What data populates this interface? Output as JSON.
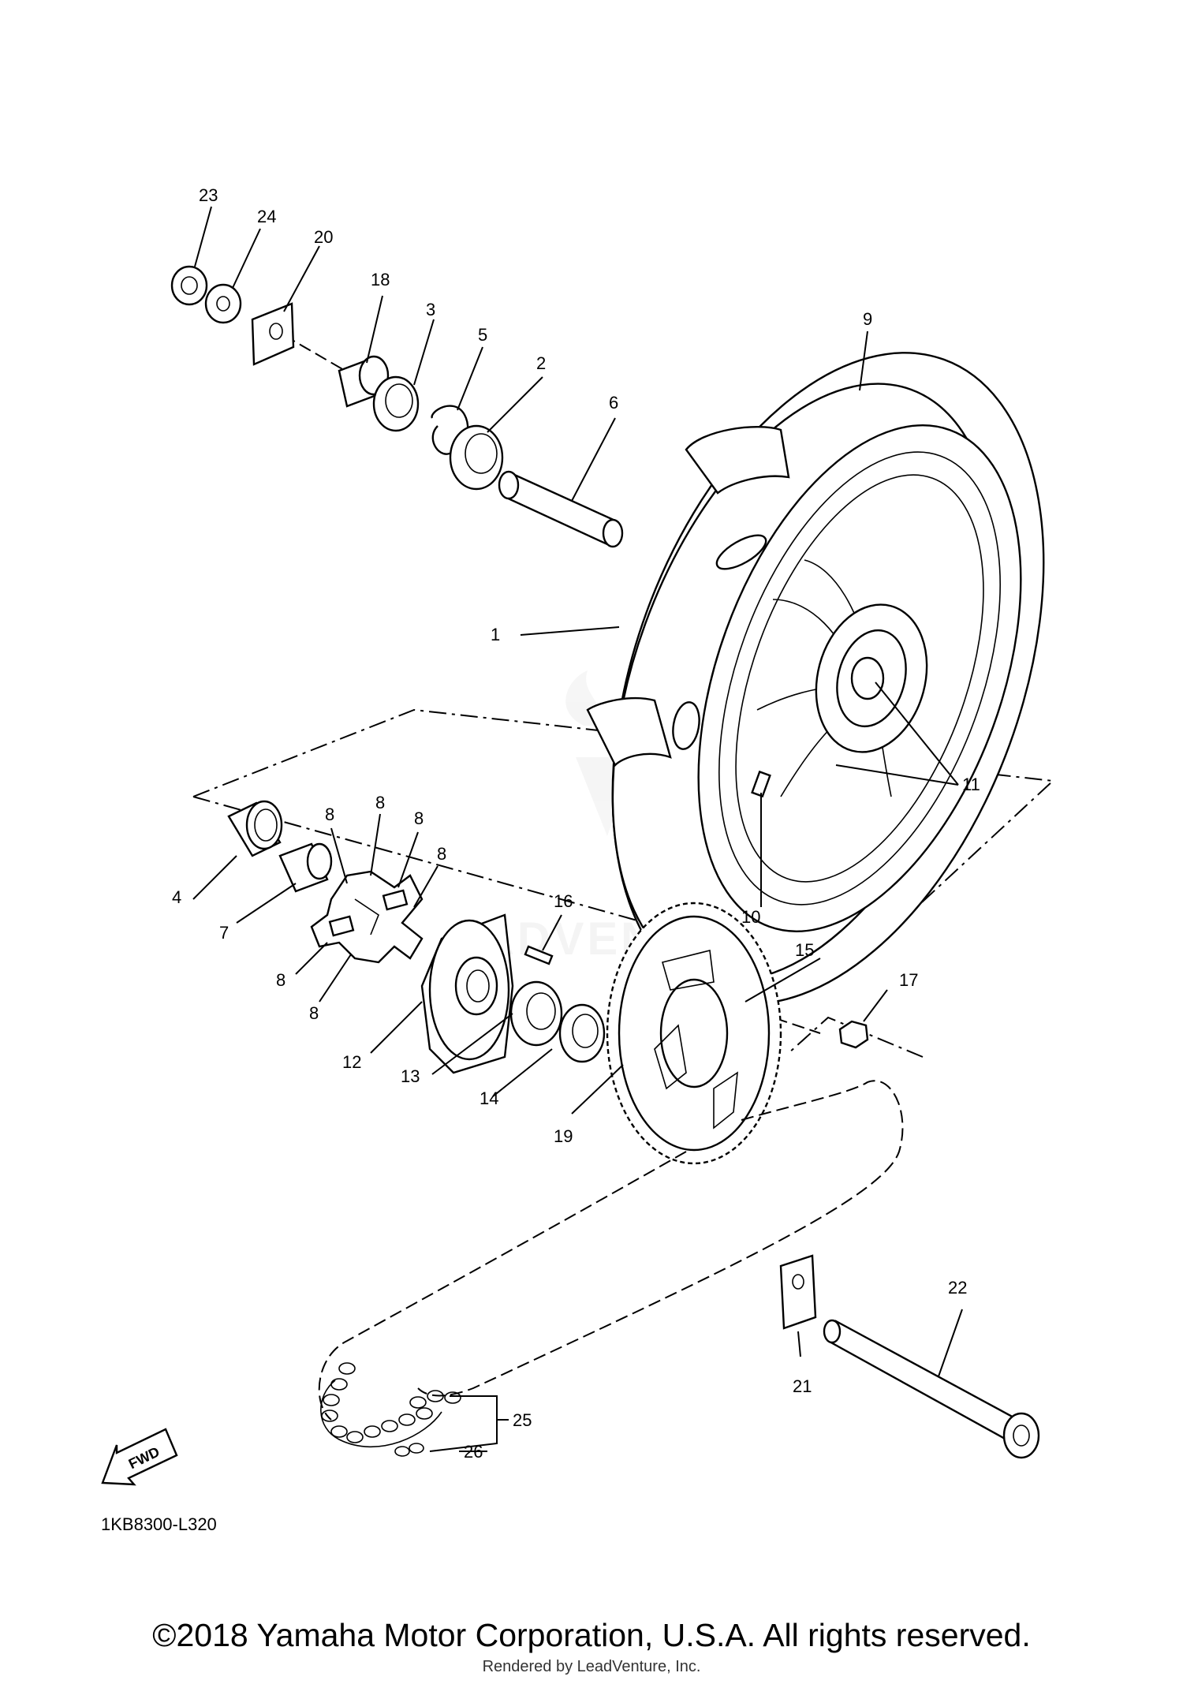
{
  "diagram": {
    "code": "1KB8300-L320",
    "fwd_label": "FWD",
    "watermark_text": "ADVENTURE",
    "callouts": [
      {
        "id": "c1",
        "text": "1"
      },
      {
        "id": "c2",
        "text": "2"
      },
      {
        "id": "c3",
        "text": "3"
      },
      {
        "id": "c4",
        "text": "4"
      },
      {
        "id": "c5",
        "text": "5"
      },
      {
        "id": "c6",
        "text": "6"
      },
      {
        "id": "c7",
        "text": "7"
      },
      {
        "id": "c8a",
        "text": "8"
      },
      {
        "id": "c8b",
        "text": "8"
      },
      {
        "id": "c8c",
        "text": "8"
      },
      {
        "id": "c8d",
        "text": "8"
      },
      {
        "id": "c8e",
        "text": "8"
      },
      {
        "id": "c8f",
        "text": "8"
      },
      {
        "id": "c9",
        "text": "9"
      },
      {
        "id": "c10",
        "text": "10"
      },
      {
        "id": "c11",
        "text": "11"
      },
      {
        "id": "c12",
        "text": "12"
      },
      {
        "id": "c13",
        "text": "13"
      },
      {
        "id": "c14",
        "text": "14"
      },
      {
        "id": "c15",
        "text": "15"
      },
      {
        "id": "c16",
        "text": "16"
      },
      {
        "id": "c17",
        "text": "17"
      },
      {
        "id": "c18",
        "text": "18"
      },
      {
        "id": "c19",
        "text": "19"
      },
      {
        "id": "c20",
        "text": "20"
      },
      {
        "id": "c21",
        "text": "21"
      },
      {
        "id": "c22",
        "text": "22"
      },
      {
        "id": "c23",
        "text": "23"
      },
      {
        "id": "c24",
        "text": "24"
      },
      {
        "id": "c25",
        "text": "25"
      },
      {
        "id": "c26",
        "text": "26"
      }
    ]
  },
  "footer": {
    "copyright": "©2018 Yamaha Motor Corporation, U.S.A. All rights reserved.",
    "rendered_by": "Rendered by LeadVenture, Inc."
  }
}
